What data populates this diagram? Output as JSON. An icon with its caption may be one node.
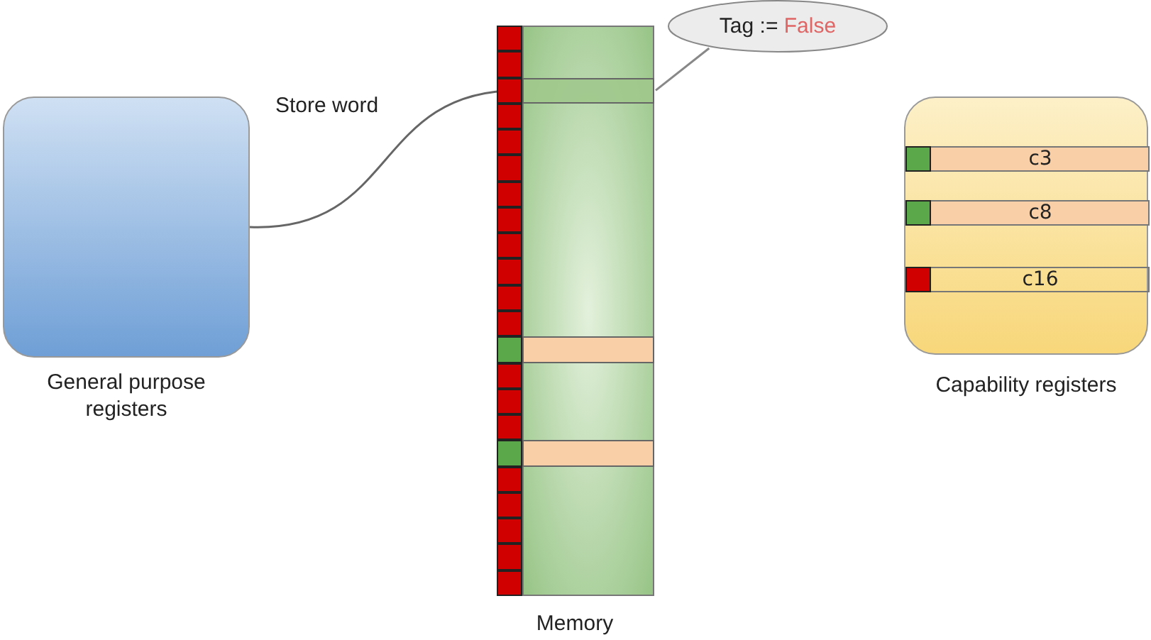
{
  "diagram": {
    "nodes": [
      {
        "text": [
          "General purpose registers"
        ]
      },
      {
        "text": [
          "Memory"
        ]
      },
      {
        "text": [],
        "shape": "box",
        "in": 1
      },
      {
        "text": [
          "Tag := False"
        ]
      },
      {
        "text": [],
        "shape": "box",
        "in": 1
      },
      {
        "text": [],
        "shape": "box",
        "in": 1
      },
      {
        "text": [
          "Capability registers"
        ]
      },
      {
        "text": [
          "c3"
        ],
        "in": 6
      },
      {
        "text": [
          "c8"
        ],
        "in": 6
      },
      {
        "text": [
          "c16"
        ],
        "in": 6
      }
    ],
    "edges": [
      {
        "from": 0,
        "to": 2,
        "arrow": "to",
        "label": "Store word"
      },
      {
        "from": 3,
        "to": 2,
        "arrow": "none"
      }
    ]
  }
}
